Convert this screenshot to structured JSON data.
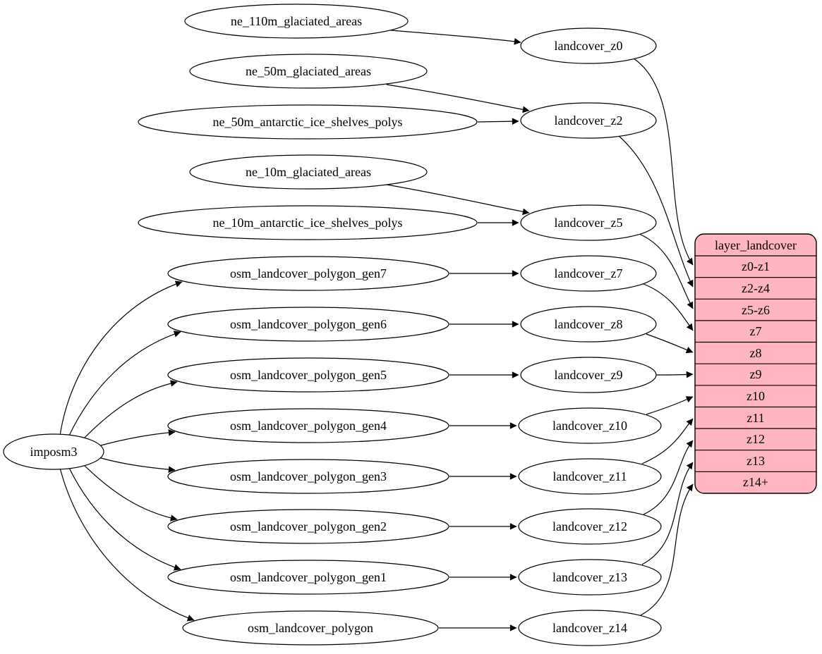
{
  "diagram": {
    "colors": {
      "background": "#ffffff",
      "node_fill": "#ffffff",
      "node_stroke": "#000000",
      "edge_color": "#000000",
      "record_fill": "#ffb6c1",
      "record_stroke": "#000000",
      "text_color": "#000000"
    },
    "nodes": {
      "imposm3": "imposm3",
      "ne_110m_glaciated_areas": "ne_110m_glaciated_areas",
      "ne_50m_glaciated_areas": "ne_50m_glaciated_areas",
      "ne_50m_antarctic_ice_shelves_polys": "ne_50m_antarctic_ice_shelves_polys",
      "ne_10m_glaciated_areas": "ne_10m_glaciated_areas",
      "ne_10m_antarctic_ice_shelves_polys": "ne_10m_antarctic_ice_shelves_polys",
      "osm_landcover_polygon_gen7": "osm_landcover_polygon_gen7",
      "osm_landcover_polygon_gen6": "osm_landcover_polygon_gen6",
      "osm_landcover_polygon_gen5": "osm_landcover_polygon_gen5",
      "osm_landcover_polygon_gen4": "osm_landcover_polygon_gen4",
      "osm_landcover_polygon_gen3": "osm_landcover_polygon_gen3",
      "osm_landcover_polygon_gen2": "osm_landcover_polygon_gen2",
      "osm_landcover_polygon_gen1": "osm_landcover_polygon_gen1",
      "osm_landcover_polygon": "osm_landcover_polygon",
      "landcover_z0": "landcover_z0",
      "landcover_z2": "landcover_z2",
      "landcover_z5": "landcover_z5",
      "landcover_z7": "landcover_z7",
      "landcover_z8": "landcover_z8",
      "landcover_z9": "landcover_z9",
      "landcover_z10": "landcover_z10",
      "landcover_z11": "landcover_z11",
      "landcover_z12": "landcover_z12",
      "landcover_z13": "landcover_z13",
      "landcover_z14": "landcover_z14"
    },
    "record": {
      "title": "layer_landcover",
      "rows": [
        "z0-z1",
        "z2-z4",
        "z5-z6",
        "z7",
        "z8",
        "z9",
        "z10",
        "z11",
        "z12",
        "z13",
        "z14+"
      ]
    },
    "edges": [
      {
        "from": "imposm3",
        "to": "osm_landcover_polygon_gen7"
      },
      {
        "from": "imposm3",
        "to": "osm_landcover_polygon_gen6"
      },
      {
        "from": "imposm3",
        "to": "osm_landcover_polygon_gen5"
      },
      {
        "from": "imposm3",
        "to": "osm_landcover_polygon_gen4"
      },
      {
        "from": "imposm3",
        "to": "osm_landcover_polygon_gen3"
      },
      {
        "from": "imposm3",
        "to": "osm_landcover_polygon_gen2"
      },
      {
        "from": "imposm3",
        "to": "osm_landcover_polygon_gen1"
      },
      {
        "from": "imposm3",
        "to": "osm_landcover_polygon"
      },
      {
        "from": "ne_110m_glaciated_areas",
        "to": "landcover_z0"
      },
      {
        "from": "ne_50m_glaciated_areas",
        "to": "landcover_z2"
      },
      {
        "from": "ne_50m_antarctic_ice_shelves_polys",
        "to": "landcover_z2"
      },
      {
        "from": "ne_10m_glaciated_areas",
        "to": "landcover_z5"
      },
      {
        "from": "ne_10m_antarctic_ice_shelves_polys",
        "to": "landcover_z5"
      },
      {
        "from": "osm_landcover_polygon_gen7",
        "to": "landcover_z7"
      },
      {
        "from": "osm_landcover_polygon_gen6",
        "to": "landcover_z8"
      },
      {
        "from": "osm_landcover_polygon_gen5",
        "to": "landcover_z9"
      },
      {
        "from": "osm_landcover_polygon_gen4",
        "to": "landcover_z10"
      },
      {
        "from": "osm_landcover_polygon_gen3",
        "to": "landcover_z11"
      },
      {
        "from": "osm_landcover_polygon_gen2",
        "to": "landcover_z12"
      },
      {
        "from": "osm_landcover_polygon_gen1",
        "to": "landcover_z13"
      },
      {
        "from": "osm_landcover_polygon",
        "to": "landcover_z14"
      },
      {
        "from": "landcover_z0",
        "to": "layer_landcover:z0-z1"
      },
      {
        "from": "landcover_z2",
        "to": "layer_landcover:z2-z4"
      },
      {
        "from": "landcover_z5",
        "to": "layer_landcover:z5-z6"
      },
      {
        "from": "landcover_z7",
        "to": "layer_landcover:z7"
      },
      {
        "from": "landcover_z8",
        "to": "layer_landcover:z8"
      },
      {
        "from": "landcover_z9",
        "to": "layer_landcover:z9"
      },
      {
        "from": "landcover_z10",
        "to": "layer_landcover:z10"
      },
      {
        "from": "landcover_z11",
        "to": "layer_landcover:z11"
      },
      {
        "from": "landcover_z12",
        "to": "layer_landcover:z12"
      },
      {
        "from": "landcover_z13",
        "to": "layer_landcover:z13"
      },
      {
        "from": "landcover_z14",
        "to": "layer_landcover:z14+"
      }
    ]
  }
}
